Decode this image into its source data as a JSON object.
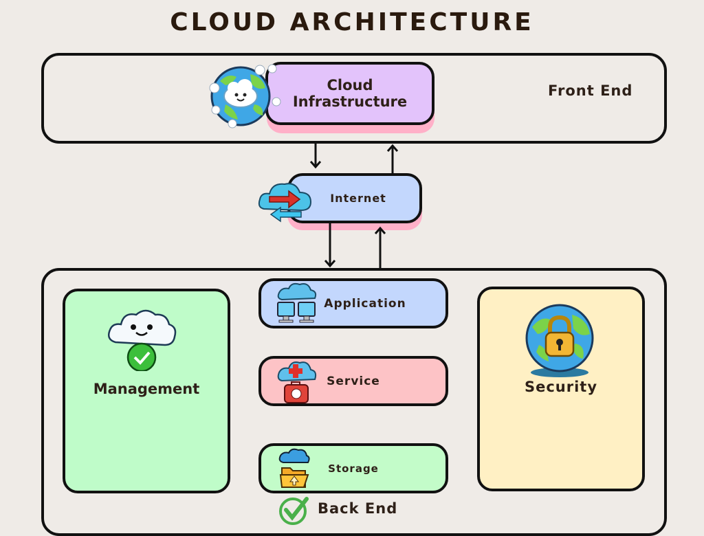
{
  "title": "CLOUD ARCHITECTURE",
  "front_end": {
    "label": "Front End",
    "cloud_infrastructure": {
      "line1": "Cloud",
      "line2": "Infrastructure",
      "icon": "smiling-earth-cloud-icon"
    }
  },
  "internet": {
    "label": "Internet",
    "icon": "cloud-exchange-arrows-icon"
  },
  "back_end": {
    "label": "Back End",
    "label_icon": "green-check-icon",
    "management": {
      "label": "Management",
      "icon": "cloud-check-icon"
    },
    "security": {
      "label": "Security",
      "icon": "globe-padlock-icon"
    },
    "application": {
      "label": "Application",
      "icon": "cloud-computers-icon"
    },
    "service": {
      "label": "Service",
      "icon": "cloud-medkit-icon"
    },
    "storage": {
      "label": "Storage",
      "icon": "cloud-folder-icon"
    }
  },
  "colors": {
    "background": "#efebe7",
    "cloud_infrastructure": "#e3c3fb",
    "internet": "#c3d7fd",
    "application": "#c3d7fd",
    "service": "#fdc3c6",
    "storage": "#c3fcc9",
    "management": "#bffcc9",
    "security": "#fff0c4",
    "shadow": "#ffb0c8"
  }
}
